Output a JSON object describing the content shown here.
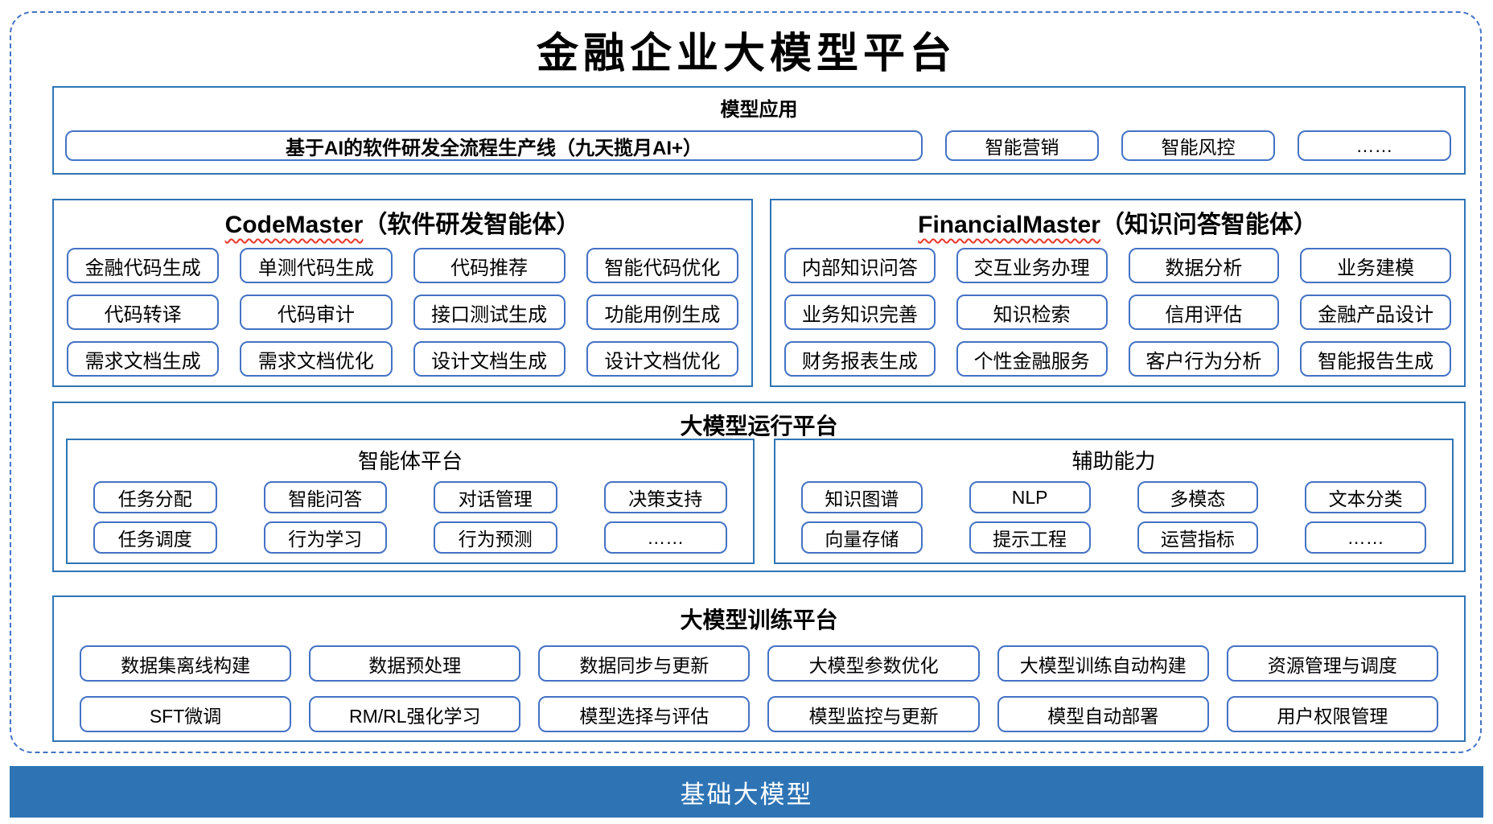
{
  "title": "金融企业大模型平台",
  "colors": {
    "section_border": "#2e75b6",
    "node_border": "#4472c4",
    "dashed_border": "#4472c4",
    "squiggle_red": "#e8372c",
    "foundation_bg": "#2e74b5",
    "foundation_text": "#ffffff"
  },
  "model_app": {
    "title": "模型应用",
    "pipeline": "基于AI的软件研发全流程生产线（九天揽月AI+）",
    "items": [
      "智能营销",
      "智能风控",
      "……"
    ]
  },
  "code_master": {
    "title_en": "CodeMaster",
    "title_suffix": "（软件研发智能体）",
    "rows": [
      [
        "金融代码生成",
        "单测代码生成",
        "代码推荐",
        "智能代码优化"
      ],
      [
        "代码转译",
        "代码审计",
        "接口测试生成",
        "功能用例生成"
      ],
      [
        "需求文档生成",
        "需求文档优化",
        "设计文档生成",
        "设计文档优化"
      ]
    ]
  },
  "financial_master": {
    "title_en": "FinancialMaster",
    "title_suffix": "（知识问答智能体）",
    "rows": [
      [
        "内部知识问答",
        "交互业务办理",
        "数据分析",
        "业务建模"
      ],
      [
        "业务知识完善",
        "知识检索",
        "信用评估",
        "金融产品设计"
      ],
      [
        "财务报表生成",
        "个性金融服务",
        "客户行为分析",
        "智能报告生成"
      ]
    ]
  },
  "runtime_platform": {
    "title": "大模型运行平台",
    "agent_platform": {
      "title": "智能体平台",
      "rows": [
        [
          "任务分配",
          "智能问答",
          "对话管理",
          "决策支持"
        ],
        [
          "任务调度",
          "行为学习",
          "行为预测",
          "……"
        ]
      ]
    },
    "aux_capabilities": {
      "title": "辅助能力",
      "rows": [
        [
          "知识图谱",
          "NLP",
          "多模态",
          "文本分类"
        ],
        [
          "向量存储",
          "提示工程",
          "运营指标",
          "……"
        ]
      ]
    }
  },
  "training_platform": {
    "title": "大模型训练平台",
    "rows": [
      [
        "数据集离线构建",
        "数据预处理",
        "数据同步与更新",
        "大模型参数优化",
        "大模型训练自动构建",
        "资源管理与调度"
      ],
      [
        "SFT微调",
        "RM/RL强化学习",
        "模型选择与评估",
        "模型监控与更新",
        "模型自动部署",
        "用户权限管理"
      ]
    ]
  },
  "foundation": {
    "label": "基础大模型"
  }
}
